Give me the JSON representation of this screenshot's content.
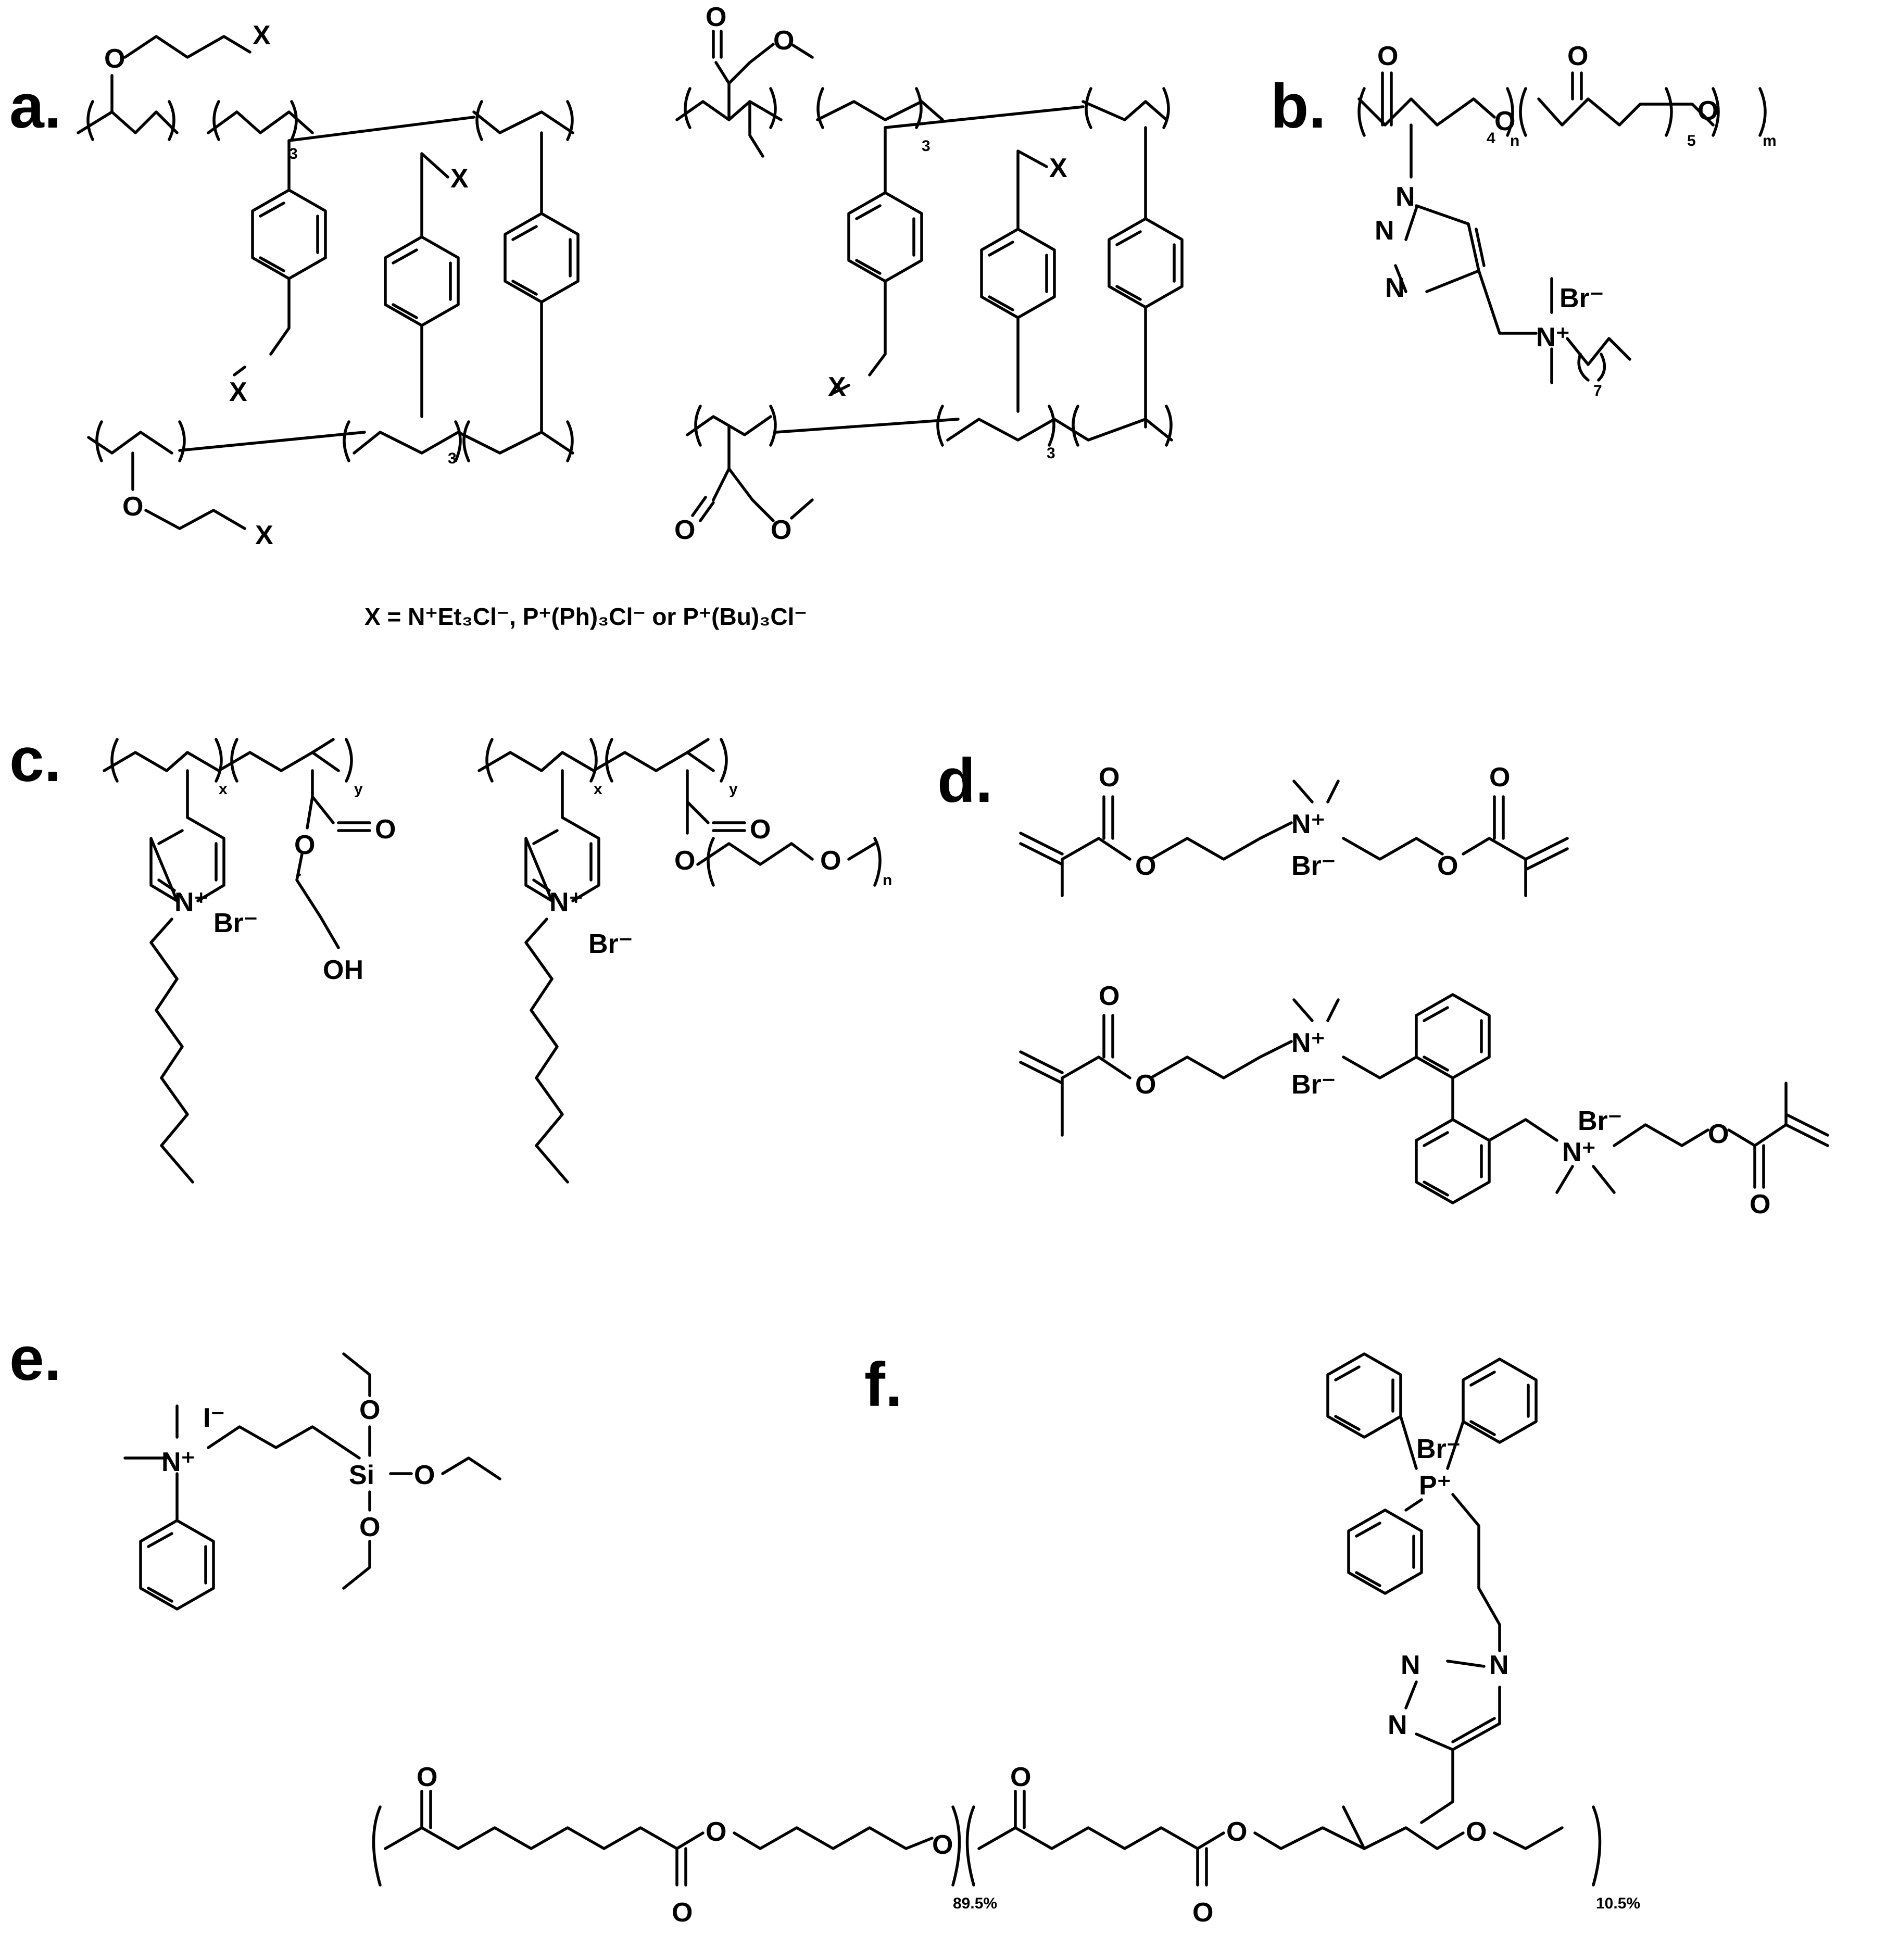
{
  "panels": {
    "a": {
      "label": "a.",
      "substituent_symbol": "X",
      "ether_o": "O",
      "ester_o_carbonyl": "O",
      "ester_o_link": "O",
      "repeat_3": "3",
      "legend": "X = N⁺Et₃Cl⁻, P⁺(Ph)₃Cl⁻ or P⁺(Bu)₃Cl⁻"
    },
    "b": {
      "label": "b.",
      "o": "O",
      "n_atom": "N",
      "n1_label": "N",
      "n_plus": "N⁺",
      "br": "Br⁻",
      "sub_4": "4",
      "sub_5": "5",
      "sub_7": "7",
      "sub_n": "n",
      "sub_m": "m"
    },
    "c": {
      "label": "c.",
      "o": "O",
      "oh": "OH",
      "n_plus": "N⁺",
      "br": "Br⁻",
      "sub_x": "x",
      "sub_y": "y",
      "sub_n": "n"
    },
    "d": {
      "label": "d.",
      "o": "O",
      "n_plus": "N⁺",
      "br": "Br⁻"
    },
    "e": {
      "label": "e.",
      "o": "O",
      "si": "Si",
      "n_plus": "N⁺",
      "iodide": "I⁻"
    },
    "f": {
      "label": "f.",
      "o": "O",
      "n_atom": "N",
      "p_plus": "P⁺",
      "br": "Br⁻",
      "pct_1": "89.5%",
      "pct_2": "10.5%"
    }
  }
}
